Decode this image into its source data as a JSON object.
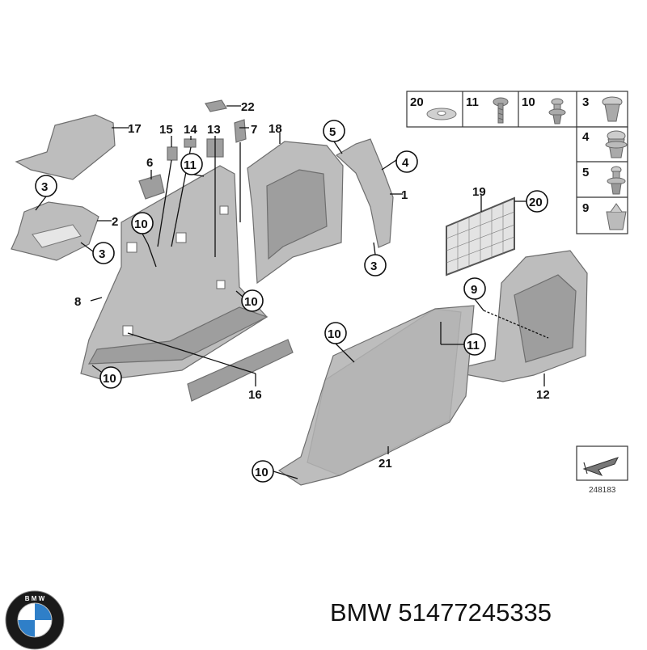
{
  "diagram": {
    "callouts": {
      "c1": "1",
      "c2": "2",
      "c3a": "3",
      "c3b": "3",
      "c3c": "3",
      "c4": "4",
      "c5": "5",
      "c6": "6",
      "c7": "7",
      "c8": "8",
      "c9": "9",
      "c10a": "10",
      "c10b": "10",
      "c10c": "10",
      "c10d": "10",
      "c10e": "10",
      "c11a": "11",
      "c11b": "11",
      "c12": "12",
      "c13": "13",
      "c14": "14",
      "c15": "15",
      "c16": "16",
      "c17": "17",
      "c18": "18",
      "c19": "19",
      "c20": "20",
      "c21": "21",
      "c22": "22"
    },
    "fastener_table": {
      "top_row": [
        "20",
        "11",
        "10",
        "3"
      ],
      "right_column": [
        "4",
        "5",
        "9"
      ]
    },
    "reference_number": "248183"
  },
  "caption": {
    "brand": "BMW",
    "part_number": "51477245335",
    "full": "BMW 51477245335"
  },
  "logo": {
    "letters": "BMW",
    "colors": {
      "ring": "#1a1a1a",
      "blue": "#2f7fc8",
      "white": "#ffffff"
    }
  }
}
